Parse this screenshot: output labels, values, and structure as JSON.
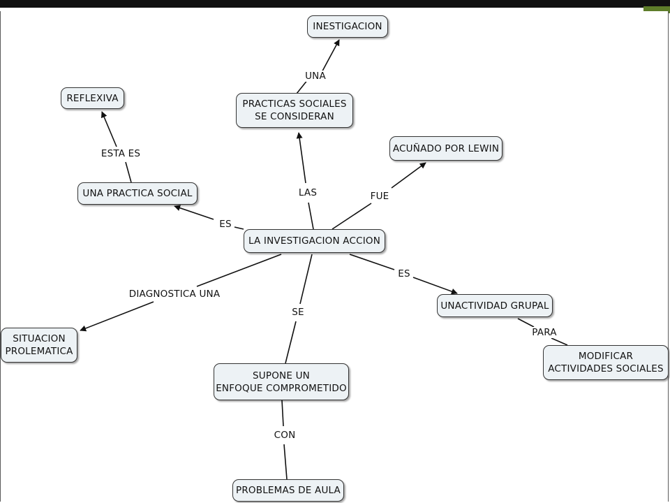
{
  "concept_map": {
    "nodes": {
      "inestigacion": "INESTIGACION",
      "practicas": "PRACTICAS SOCIALES\nSE CONSIDERAN",
      "reflexiva": "REFLEXIVA",
      "acunado": "ACUÑADO POR LEWIN",
      "practica_social": "UNA PRACTICA SOCIAL",
      "central": "LA INVESTIGACION ACCION",
      "actividad": "UNACTIVIDAD GRUPAL",
      "situacion": "SITUACION\nPROLEMATICA",
      "modificar": "MODIFICAR\nACTIVIDADES SOCIALES",
      "supone": "SUPONE UN\nENFOQUE COMPROMETIDO",
      "problemas": "PROBLEMAS DE AULA"
    },
    "links": {
      "una": "UNA",
      "esta_es": "ESTA ES",
      "las": "LAS",
      "fue": "FUE",
      "es_left": "ES",
      "es_right": "ES",
      "diagnostica": "DIAGNOSTICA UNA",
      "se": "SE",
      "para": "PARA",
      "con": "CON"
    }
  },
  "colors": {
    "node_fill": "#edf2f5",
    "node_border": "#333333",
    "link_line": "#111111",
    "top_bar": "#111111",
    "top_bar_accent": "#5e7d2a"
  }
}
